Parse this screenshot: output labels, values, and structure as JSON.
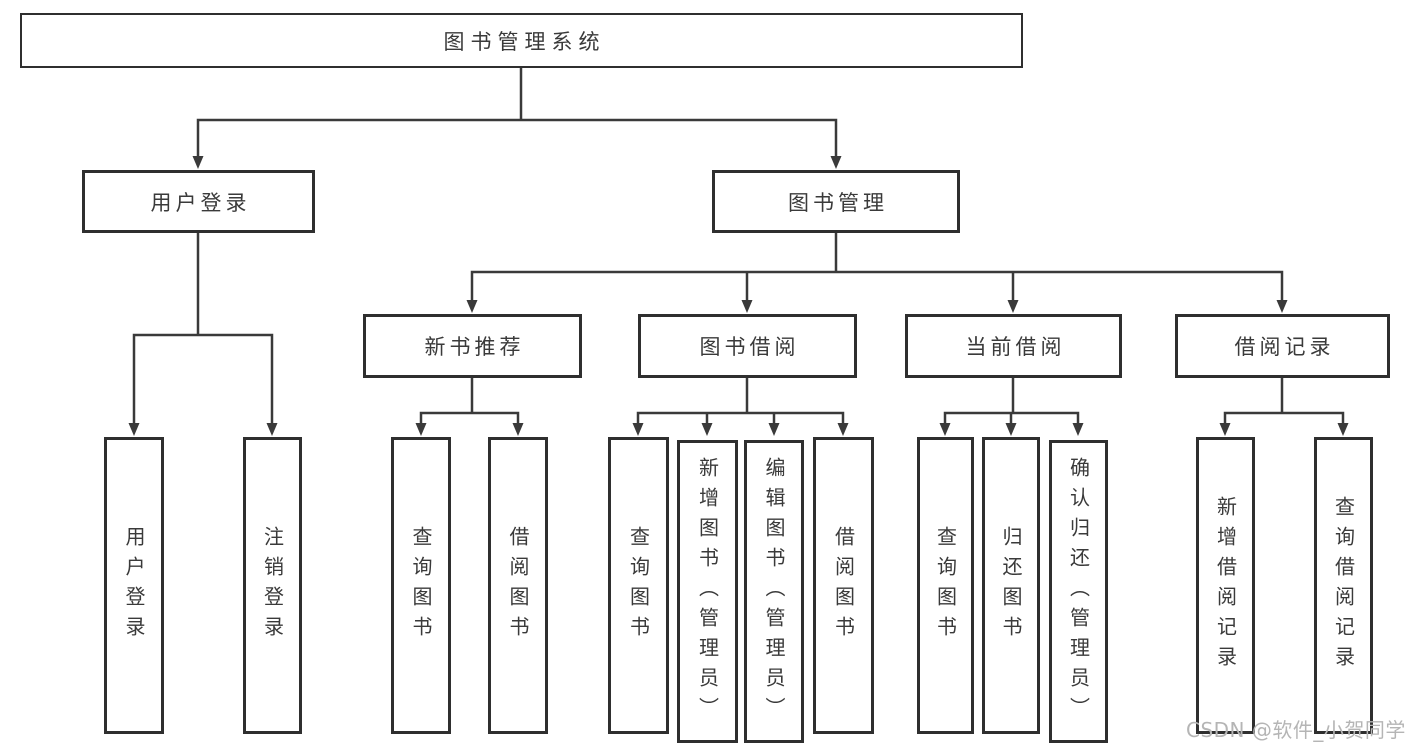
{
  "nodes": {
    "root": {
      "label": "图书管理系统"
    },
    "level2": [
      {
        "label": "用户登录"
      },
      {
        "label": "图书管理"
      }
    ],
    "level3": [
      {
        "label": "新书推荐"
      },
      {
        "label": "图书借阅"
      },
      {
        "label": "当前借阅"
      },
      {
        "label": "借阅记录"
      }
    ],
    "leaves": [
      {
        "label": "用户登录"
      },
      {
        "label": "注销登录"
      },
      {
        "label": "查询图书"
      },
      {
        "label": "借阅图书"
      },
      {
        "label": "查询图书"
      },
      {
        "label": "新增图书（管理员）"
      },
      {
        "label": "编辑图书（管理员）"
      },
      {
        "label": "借阅图书"
      },
      {
        "label": "查询图书"
      },
      {
        "label": "归还图书"
      },
      {
        "label": "确认归还（管理员）"
      },
      {
        "label": "新增借阅记录"
      },
      {
        "label": "查询借阅记录"
      }
    ]
  },
  "colors": {
    "line": "#3a3a3a",
    "box_border": "#2f2f2f",
    "text": "#3a3a3a",
    "watermark": "#b5b5b5",
    "background": "#ffffff"
  },
  "watermark": {
    "text": "CSDN @软件_小贺同学"
  }
}
